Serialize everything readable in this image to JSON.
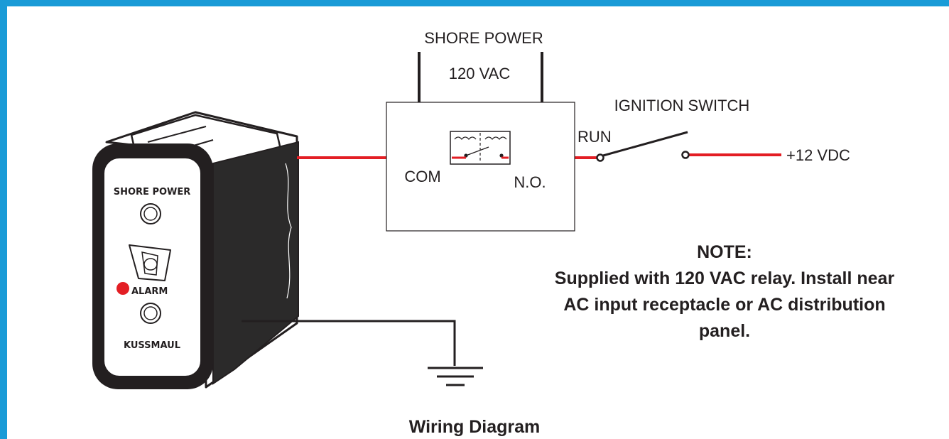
{
  "labels": {
    "shore_power": "SHORE POWER",
    "voltage_ac": "120 VAC",
    "ignition_switch": "IGNITION SWITCH",
    "run": "RUN",
    "com": "COM",
    "no": "N.O.",
    "vdc": "+12 VDC"
  },
  "panel": {
    "title": "SHORE POWER",
    "alarm": "ALARM",
    "brand": "KUSSMAUL"
  },
  "note": {
    "heading": "NOTE:",
    "line1": "Supplied with 120 VAC relay.  Install near",
    "line2": "AC input receptacle or AC distribution",
    "line3": "panel."
  },
  "caption": "Wiring Diagram",
  "colors": {
    "frame": "#1a9bd7",
    "wire_red": "#e31e24",
    "wire_black": "#231f20",
    "alarm_led": "#e31e24"
  }
}
